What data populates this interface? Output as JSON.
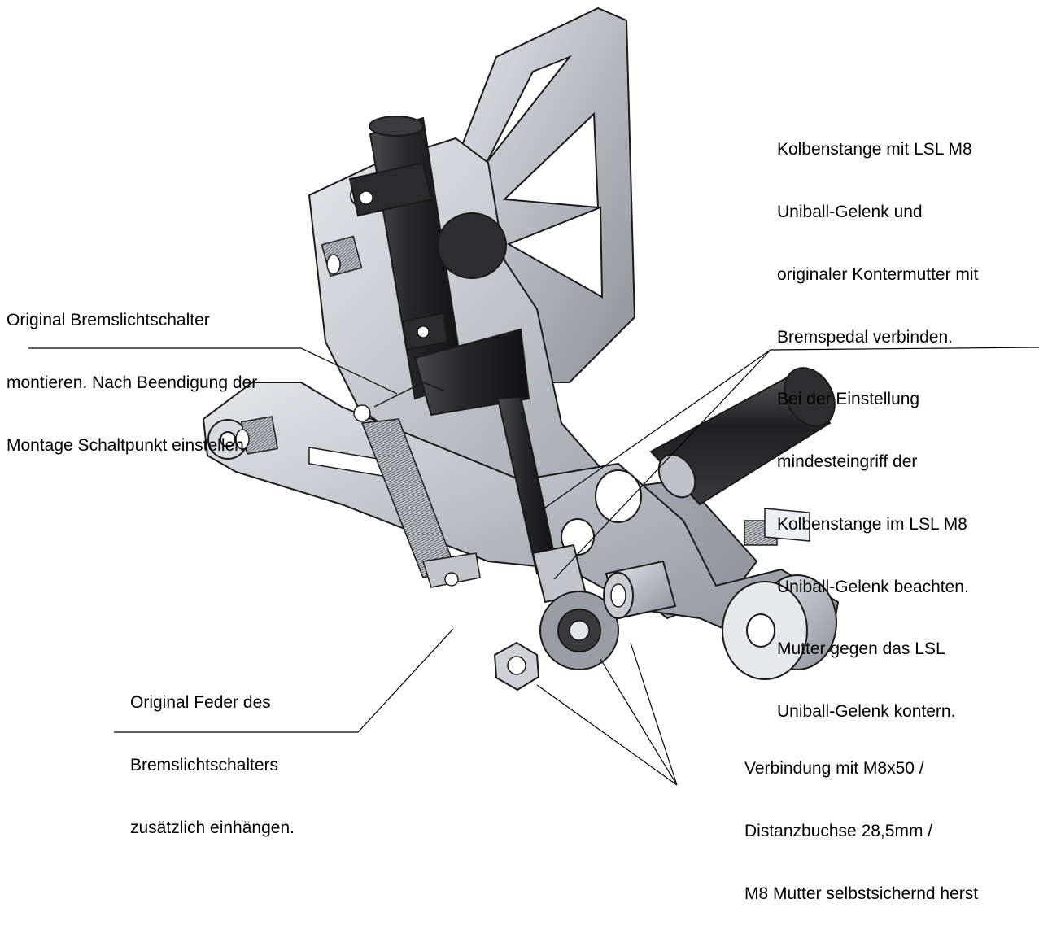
{
  "annotations": {
    "kolbenstange": {
      "lines": [
        "Kolbenstange mit LSL M8",
        "Uniball-Gelenk und",
        "originaler Kontermutter mit",
        "Bremspedal verbinden.",
        "Bei der Einstellung",
        "mindesteingriff der",
        "Kolbenstange im LSL M8",
        "Uniball-Gelenk beachten.",
        "Mutter gegen das LSL",
        "Uniball-Gelenk kontern."
      ]
    },
    "bremslichtschalter": {
      "lines": [
        "Original Bremslichtschalter",
        "montieren. Nach Beendigung der",
        "Montage Schaltpunkt einstellen."
      ]
    },
    "feder": {
      "lines": [
        "Original Feder des",
        "Bremslichtschalters",
        "zusätzlich einhängen."
      ]
    },
    "verbindung": {
      "lines": [
        "Verbindung mit M8x50 /",
        "Distanzbuchse 28,5mm /",
        "M8 Mutter selbstsichernd herst"
      ]
    }
  },
  "colors": {
    "metal": "#b9bcc2",
    "metal_dark": "#7d8088",
    "metal_light": "#dfe1e6",
    "rubber": "#2b2b2e",
    "outline": "#1a1a1a"
  }
}
